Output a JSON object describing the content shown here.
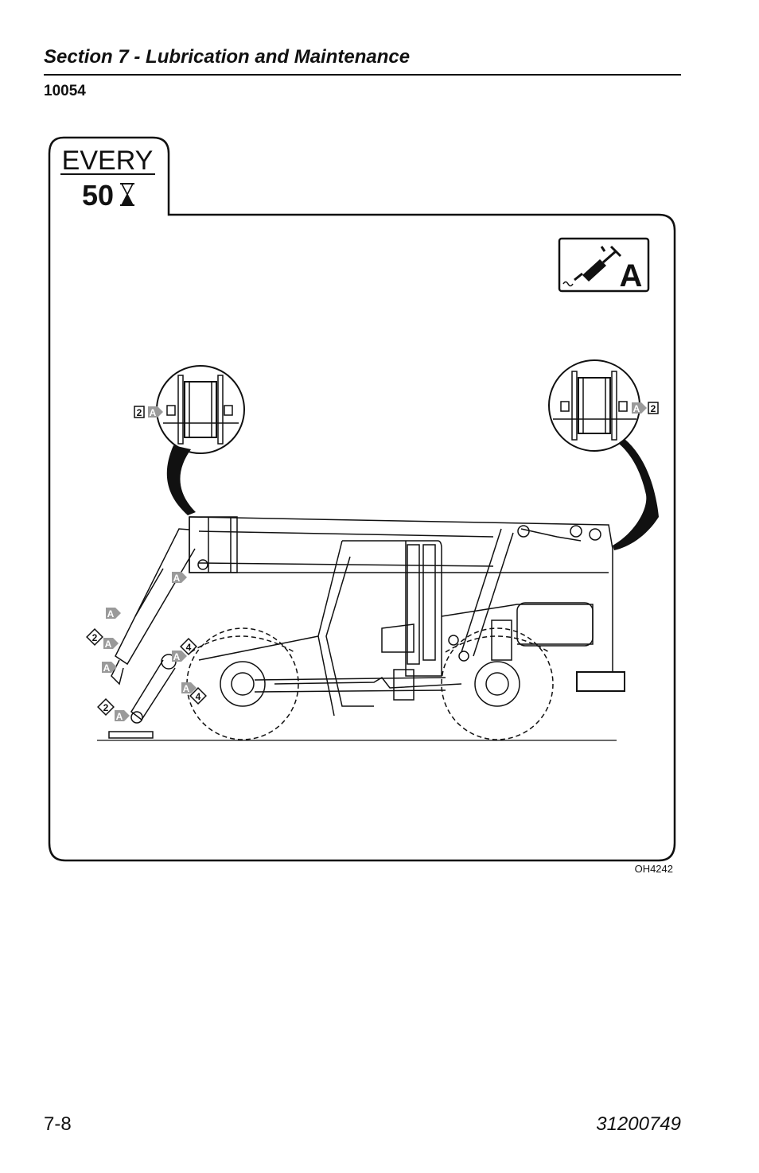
{
  "header": {
    "section_title": "Section 7 - Lubrication and Maintenance",
    "model_code": "10054"
  },
  "figure": {
    "interval_word": "EVERY",
    "interval_value": "50",
    "interval_icon": "hourglass-icon",
    "lube_code": "A",
    "lube_icon": "grease-gun-icon",
    "figure_id": "OH4242",
    "callouts": {
      "left_detail_qty": "2",
      "right_detail_qty": "2",
      "pivot_qty_4": "4",
      "pivot_qty_2": "2"
    }
  },
  "footer": {
    "page_number": "7-8",
    "doc_number": "31200749"
  }
}
